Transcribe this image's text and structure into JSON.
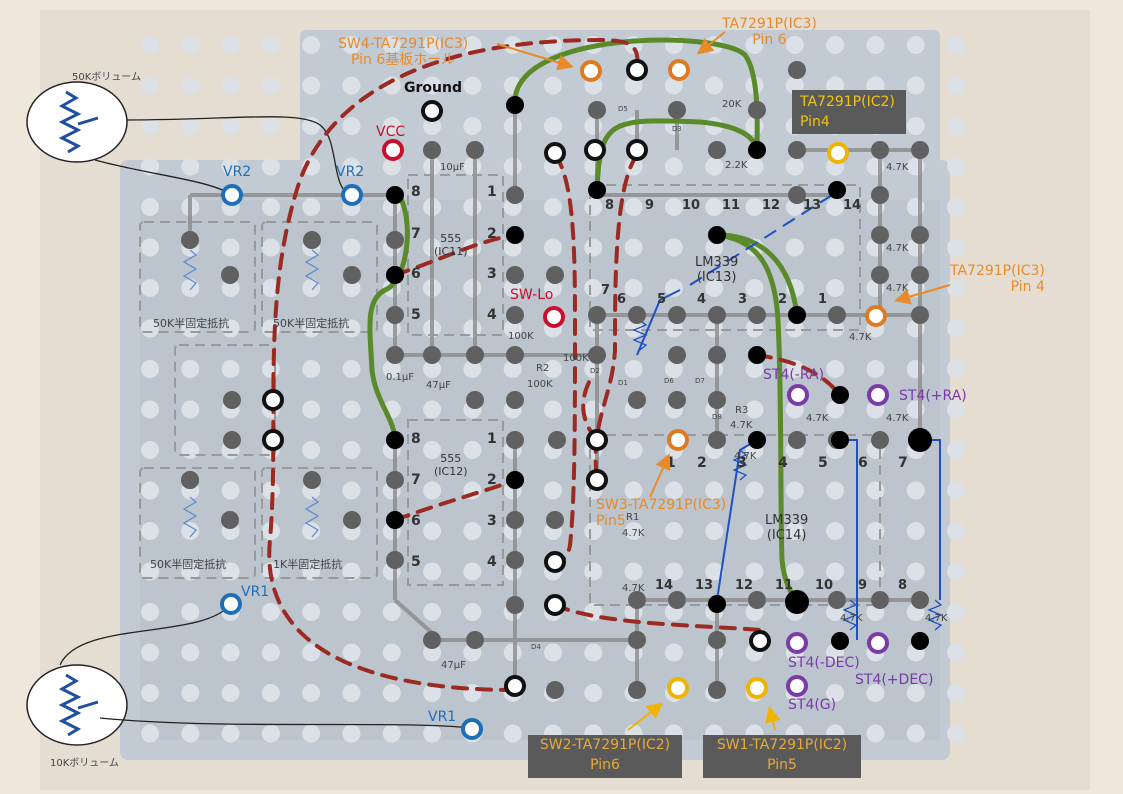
{
  "volumes": {
    "vol_50k": "50Kボリューム",
    "vol_10k": "10Kボリューム"
  },
  "terminals": {
    "vr1": "VR1",
    "vr2": "VR2",
    "vcc": "VCC",
    "ground": "Ground",
    "sw_lo": "SW-Lo"
  },
  "ic_labels": {
    "ic11": "555\n(IC11)",
    "ic12": "555\n(IC12)",
    "ic13": "LM339\n(IC13)",
    "ic14": "LM339\n(IC14)"
  },
  "trimmers": {
    "t1": "50K半固定抵抗",
    "t2": "50K半固定抵抗",
    "t3": "50K半固定抵抗",
    "t4": "1K半固定抵抗"
  },
  "callouts": {
    "sw4": "SW4-TA7291P(IC3)\nPin 6基板ホール",
    "ic3_pin6": "TA7291P(IC3)\nPin 6",
    "ic2_pin4": "TA7291P(IC2)\nPin4",
    "ic3_pin4": "TA7291P(IC3)\nPin 4",
    "sw3": "SW3-TA7291P(IC3)\nPin5",
    "sw2": "SW2-TA7291P(IC2)\nPin6",
    "sw1": "SW1-TA7291P(IC2)\nPin5"
  },
  "st4": {
    "minus_ra": "ST4(-RA)",
    "plus_ra": "ST4(+RA)",
    "minus_dec": "ST4(-DEC)",
    "plus_dec": "ST4(+DEC)",
    "g": "ST4(G)"
  },
  "components": {
    "c10u": "10μF",
    "c01u": "0.1μF",
    "c47u_a": "47μF",
    "c47u_b": "47μF",
    "r100k_a": "100K",
    "r100k_b": "100K",
    "r100k_c": "100K",
    "r2": "R2",
    "r3": "R3",
    "r1": "R1",
    "r20k": "20K",
    "r22k": "2.2K",
    "r47k_list": [
      "4.7K",
      "4.7K",
      "4.7K",
      "4.7K",
      "4.7K",
      "4.7K",
      "4.7K",
      "4.7K",
      "4.7K",
      "4.7K",
      "4.7K",
      "4.7K"
    ],
    "diodes": [
      "D1",
      "D2",
      "D3",
      "D4",
      "D5",
      "D6",
      "D7",
      "D8"
    ]
  },
  "pins": {
    "ic11": [
      "8",
      "7",
      "6",
      "5",
      "1",
      "2",
      "3",
      "4"
    ],
    "ic12": [
      "8",
      "7",
      "6",
      "5",
      "1",
      "2",
      "3",
      "4"
    ],
    "ic13_top": [
      "8",
      "9",
      "10",
      "11",
      "12",
      "13",
      "14"
    ],
    "ic13_bottom": [
      "7",
      "6",
      "5",
      "4",
      "3",
      "2",
      "1"
    ],
    "ic14_top": [
      "1",
      "2",
      "3",
      "4",
      "5",
      "6",
      "7"
    ],
    "ic14_bottom": [
      "14",
      "13",
      "12",
      "11",
      "10",
      "9",
      "8"
    ]
  },
  "colors": {
    "orange_hole": "#e07a1f",
    "yellow_hole": "#f0b400",
    "purple_hole": "#7a3aa8",
    "red_hole": "#c8102e",
    "blue_hole": "#1f6fb8",
    "green_wire": "#5a8a2a",
    "dashed_wire": "#9b2a22",
    "blue_wire": "#2050c0"
  }
}
